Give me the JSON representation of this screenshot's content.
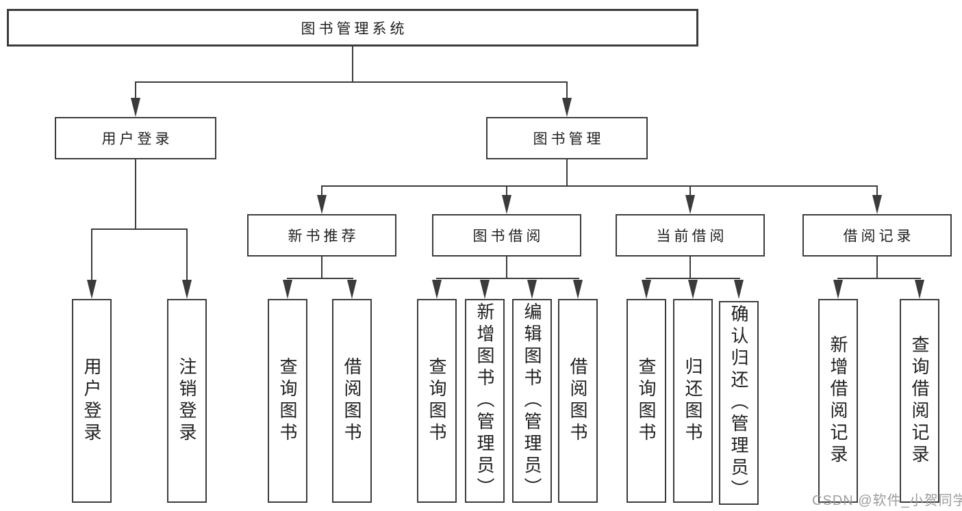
{
  "tree": {
    "root": "图书管理系统",
    "branches": [
      {
        "label": "用户登录",
        "leaves": [
          "用户登录",
          "注销登录"
        ]
      },
      {
        "label": "图书管理",
        "groups": [
          {
            "label": "新书推荐",
            "leaves": [
              "查询图书",
              "借阅图书"
            ]
          },
          {
            "label": "图书借阅",
            "leaves": [
              "查询图书",
              "新增图书（管理员）",
              "编辑图书（管理员）",
              "借阅图书"
            ]
          },
          {
            "label": "当前借阅",
            "leaves": [
              "查询图书",
              "归还图书",
              "确认归还（管理员）"
            ]
          },
          {
            "label": "借阅记录",
            "leaves": [
              "新增借阅记录",
              "查询借阅记录"
            ]
          }
        ]
      }
    ]
  },
  "watermark": "CSDN @软件_小贺同学",
  "colors": {
    "line": "#3b3b3b",
    "text": "#1f1f1f",
    "watermark": "#9d9d9d",
    "background": "#ffffff"
  }
}
